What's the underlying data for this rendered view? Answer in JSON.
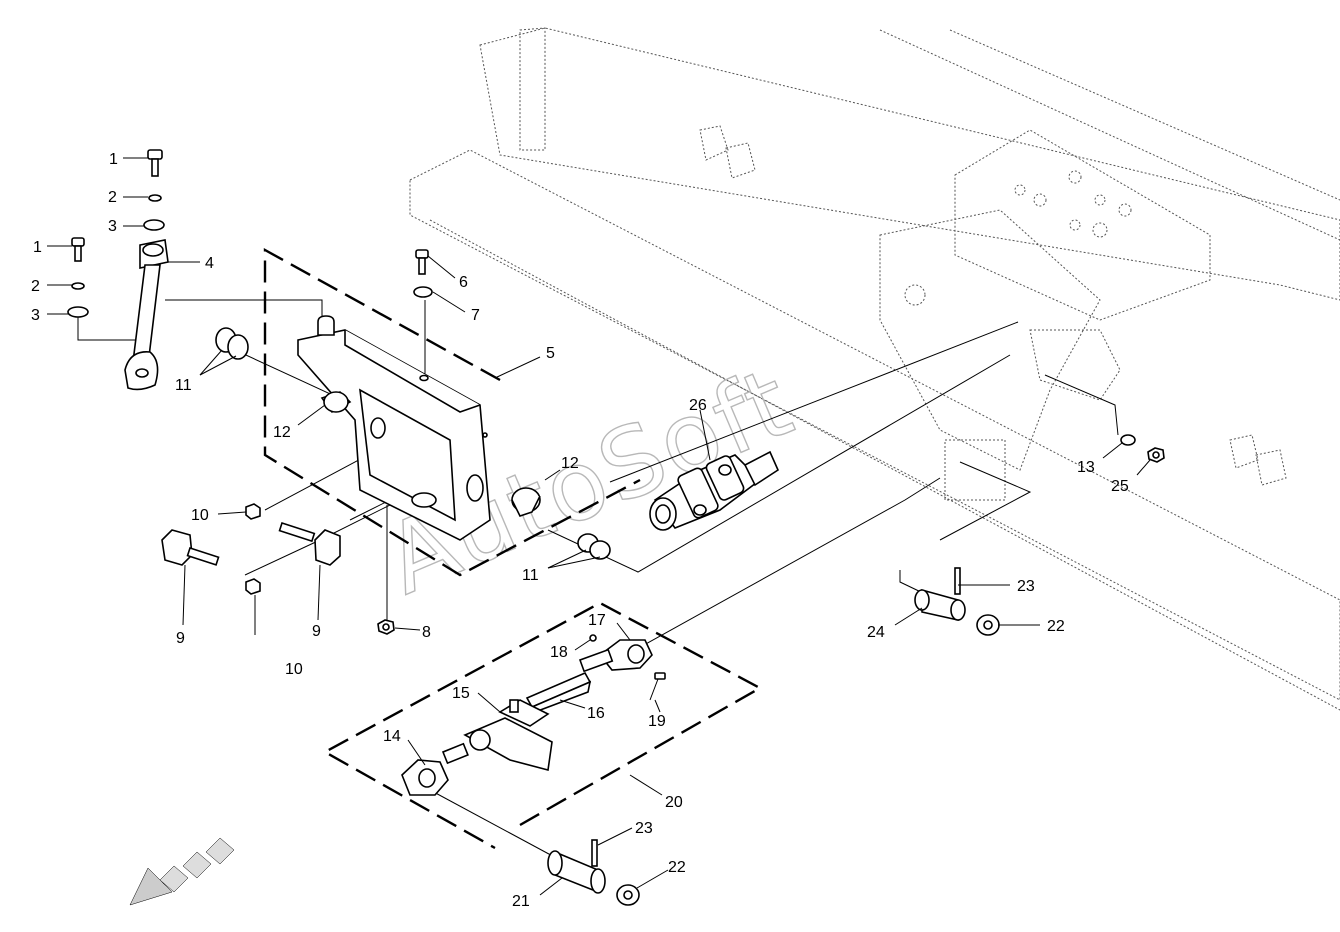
{
  "watermark": "AutoSoft",
  "callouts": [
    {
      "id": "c-1a",
      "text": "1"
    },
    {
      "id": "c-2a",
      "text": "2"
    },
    {
      "id": "c-3a",
      "text": "3"
    },
    {
      "id": "c-1b",
      "text": "1"
    },
    {
      "id": "c-2b",
      "text": "2"
    },
    {
      "id": "c-3b",
      "text": "3"
    },
    {
      "id": "c-4",
      "text": "4"
    },
    {
      "id": "c-5",
      "text": "5"
    },
    {
      "id": "c-6",
      "text": "6"
    },
    {
      "id": "c-7",
      "text": "7"
    },
    {
      "id": "c-8",
      "text": "8"
    },
    {
      "id": "c-9a",
      "text": "9"
    },
    {
      "id": "c-9b",
      "text": "9"
    },
    {
      "id": "c-10a",
      "text": "10"
    },
    {
      "id": "c-10b",
      "text": "10"
    },
    {
      "id": "c-11a",
      "text": "11"
    },
    {
      "id": "c-11b",
      "text": "11"
    },
    {
      "id": "c-12a",
      "text": "12"
    },
    {
      "id": "c-12b",
      "text": "12"
    },
    {
      "id": "c-13",
      "text": "13"
    },
    {
      "id": "c-14",
      "text": "14"
    },
    {
      "id": "c-15",
      "text": "15"
    },
    {
      "id": "c-16",
      "text": "16"
    },
    {
      "id": "c-17",
      "text": "17"
    },
    {
      "id": "c-18",
      "text": "18"
    },
    {
      "id": "c-19",
      "text": "19"
    },
    {
      "id": "c-20",
      "text": "20"
    },
    {
      "id": "c-21",
      "text": "21"
    },
    {
      "id": "c-22a",
      "text": "22"
    },
    {
      "id": "c-22b",
      "text": "22"
    },
    {
      "id": "c-23a",
      "text": "23"
    },
    {
      "id": "c-23b",
      "text": "23"
    },
    {
      "id": "c-24",
      "text": "24"
    },
    {
      "id": "c-25",
      "text": "25"
    },
    {
      "id": "c-26",
      "text": "26"
    }
  ]
}
